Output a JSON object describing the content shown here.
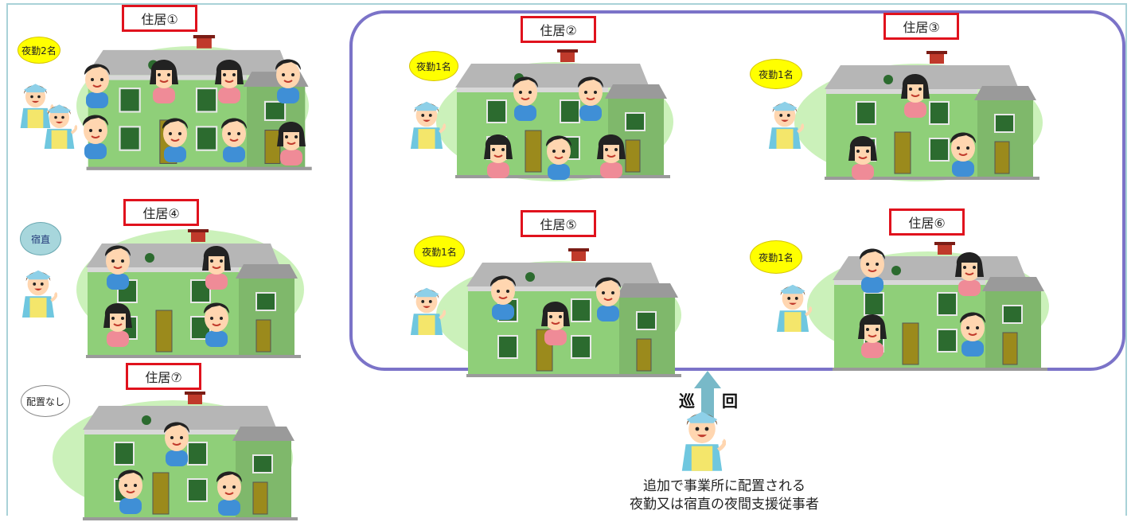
{
  "colors": {
    "group_border": "#7b73c8",
    "label_border": "#e0121d",
    "area_fill": "#a0e682",
    "badge_night": "#ffff00",
    "badge_oncall": "#a7d6dc",
    "frame": "#a9d2d8",
    "arrow": "#78b9c8"
  },
  "residences": [
    {
      "label": "住居①",
      "staffing": "夜勤2名",
      "badge": "yellow"
    },
    {
      "label": "住居②",
      "staffing": "夜勤1名",
      "badge": "yellow"
    },
    {
      "label": "住居③",
      "staffing": "夜勤1名",
      "badge": "yellow"
    },
    {
      "label": "住居④",
      "staffing": "宿直",
      "badge": "teal"
    },
    {
      "label": "住居⑤",
      "staffing": "夜勤1名",
      "badge": "yellow"
    },
    {
      "label": "住居⑥",
      "staffing": "夜勤1名",
      "badge": "yellow"
    },
    {
      "label": "住居⑦",
      "staffing": "配置なし",
      "badge": "white"
    }
  ],
  "patrol": {
    "left_char": "巡",
    "right_char": "回"
  },
  "caption": {
    "line1": "追加で事業所に配置される",
    "line2": "夜勤又は宿直の夜間支援従事者"
  },
  "icons": {
    "resident_boy": "boy-resident-icon",
    "resident_girl": "girl-resident-icon",
    "staff": "caregiver-staff-icon",
    "house": "house-icon",
    "arrow": "up-arrow-icon"
  }
}
